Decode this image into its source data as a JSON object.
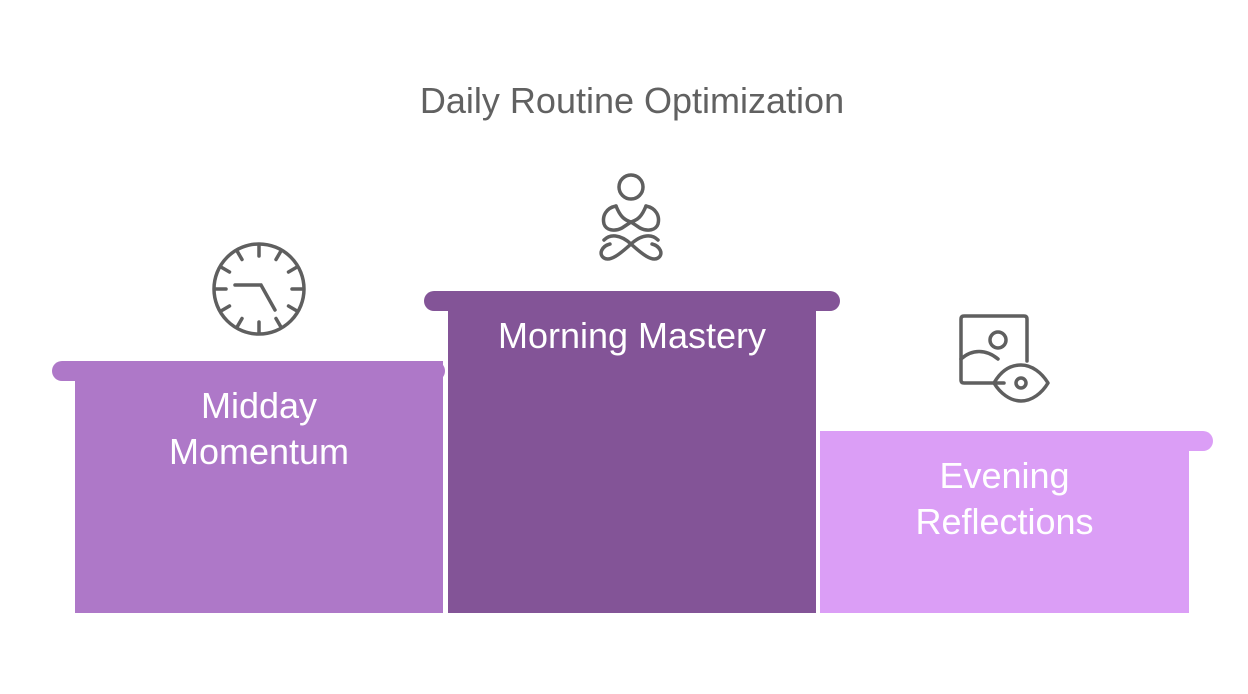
{
  "title": "Daily Routine Optimization",
  "stages": [
    {
      "label_lines": [
        "Midday",
        "Momentum"
      ],
      "icon": "clock-icon",
      "color": "#AE78C8"
    },
    {
      "label_lines": [
        "Morning Mastery"
      ],
      "icon": "meditation-icon",
      "color": "#835497"
    },
    {
      "label_lines": [
        "Evening",
        "Reflections"
      ],
      "icon": "reflection-eye-icon",
      "color": "#DB9EF6"
    }
  ]
}
